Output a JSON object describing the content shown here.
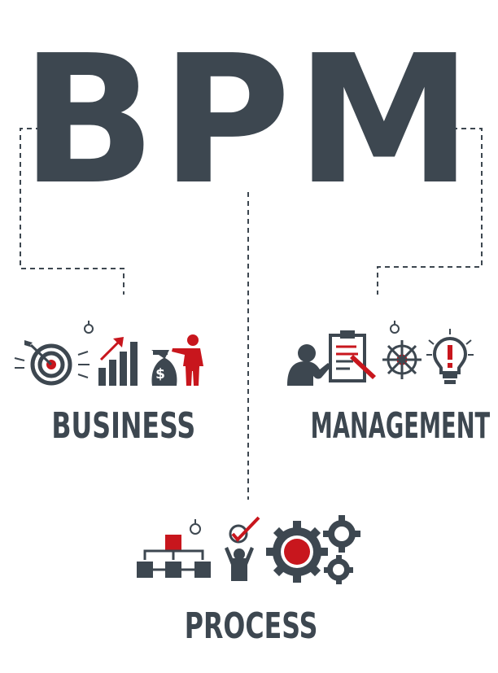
{
  "title": "BPM",
  "sections": {
    "business": {
      "label": "BUSINESS",
      "icons": [
        "target-icon",
        "growth-chart-icon",
        "money-bag-icon",
        "presenter-icon"
      ]
    },
    "management": {
      "label": "MANAGEMENT",
      "icons": [
        "manager-icon",
        "clipboard-icon",
        "helm-icon",
        "idea-bulb-icon"
      ]
    },
    "process": {
      "label": "PROCESS",
      "icons": [
        "flowchart-icon",
        "approval-person-icon",
        "gears-icon"
      ]
    }
  },
  "colors": {
    "dark": "#3d4750",
    "accent": "#c8161d",
    "line": "#3d4750"
  }
}
